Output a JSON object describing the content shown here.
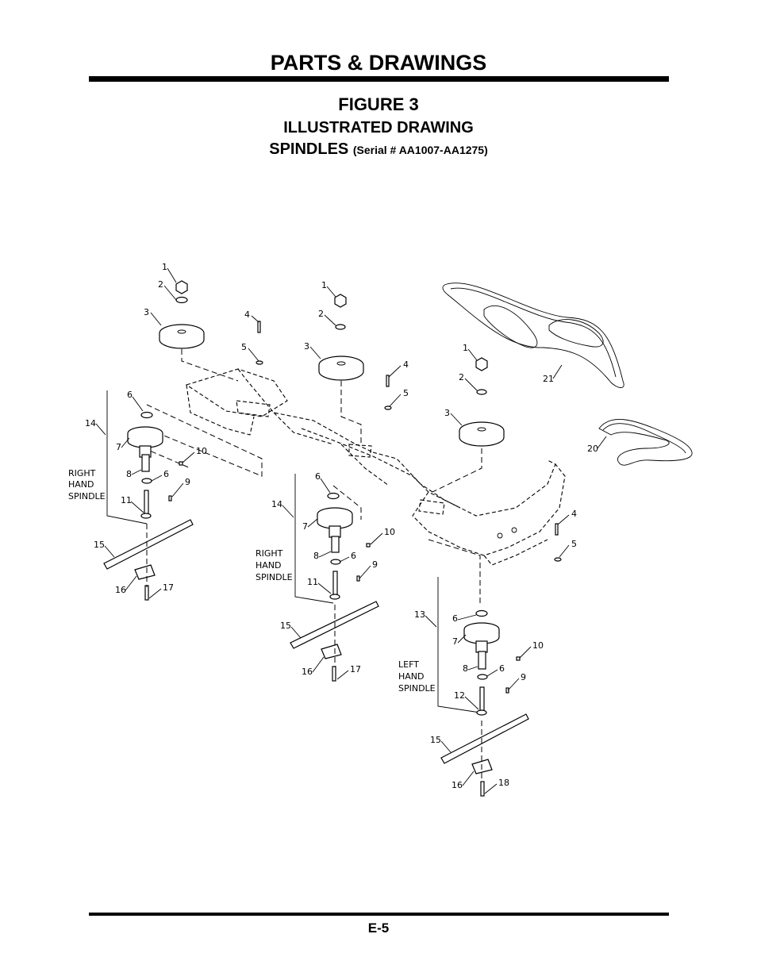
{
  "header": {
    "title": "PARTS & DRAWINGS"
  },
  "figure": {
    "number": "FIGURE 3",
    "type": "ILLUSTRATED DRAWING",
    "subject": "SPINDLES",
    "serial": "(Serial # AA1007-AA1275)"
  },
  "drawing": {
    "assembly_labels": {
      "right_a": [
        "RIGHT",
        "HAND",
        "SPINDLE"
      ],
      "right_b": [
        "RIGHT",
        "HAND",
        "SPINDLE"
      ],
      "left": [
        "LEFT",
        "HAND",
        "SPINDLE"
      ]
    },
    "callouts": {
      "p1": "1",
      "p2": "2",
      "p3": "3",
      "p4": "4",
      "p5": "5",
      "p6": "6",
      "p7": "7",
      "p8": "8",
      "p9": "9",
      "p10": "10",
      "p11": "11",
      "p12": "12",
      "p13": "13",
      "p14": "14",
      "p15": "15",
      "p16": "16",
      "p17": "17",
      "p18": "18",
      "p20": "20",
      "p21": "21"
    }
  },
  "footer": {
    "page_number": "E-5"
  }
}
